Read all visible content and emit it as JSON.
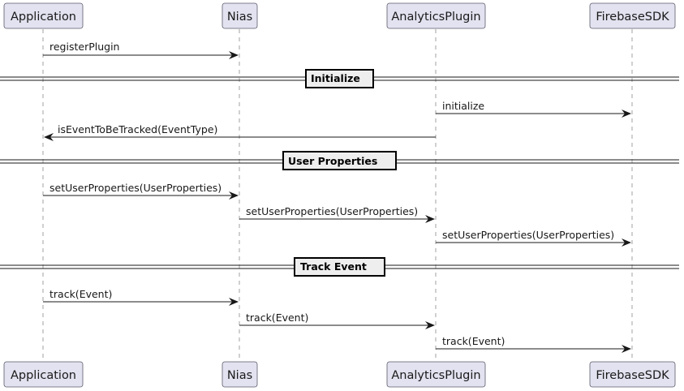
{
  "participants": [
    {
      "id": "app",
      "label": "Application"
    },
    {
      "id": "nias",
      "label": "Nias"
    },
    {
      "id": "plugin",
      "label": "AnalyticsPlugin"
    },
    {
      "id": "firebase",
      "label": "FirebaseSDK"
    }
  ],
  "sections": [
    {
      "label": "Initialize"
    },
    {
      "label": "User Properties"
    },
    {
      "label": "Track Event"
    }
  ],
  "messages": [
    {
      "from": "app",
      "to": "nias",
      "label": "registerPlugin"
    },
    {
      "from": "plugin",
      "to": "firebase",
      "label": "initialize"
    },
    {
      "from": "plugin",
      "to": "app",
      "label": "isEventToBeTracked(EventType)"
    },
    {
      "from": "app",
      "to": "nias",
      "label": "setUserProperties(UserProperties)"
    },
    {
      "from": "nias",
      "to": "plugin",
      "label": "setUserProperties(UserProperties)"
    },
    {
      "from": "plugin",
      "to": "firebase",
      "label": "setUserProperties(UserProperties)"
    },
    {
      "from": "app",
      "to": "nias",
      "label": "track(Event)"
    },
    {
      "from": "nias",
      "to": "plugin",
      "label": "track(Event)"
    },
    {
      "from": "plugin",
      "to": "firebase",
      "label": "track(Event)"
    }
  ]
}
